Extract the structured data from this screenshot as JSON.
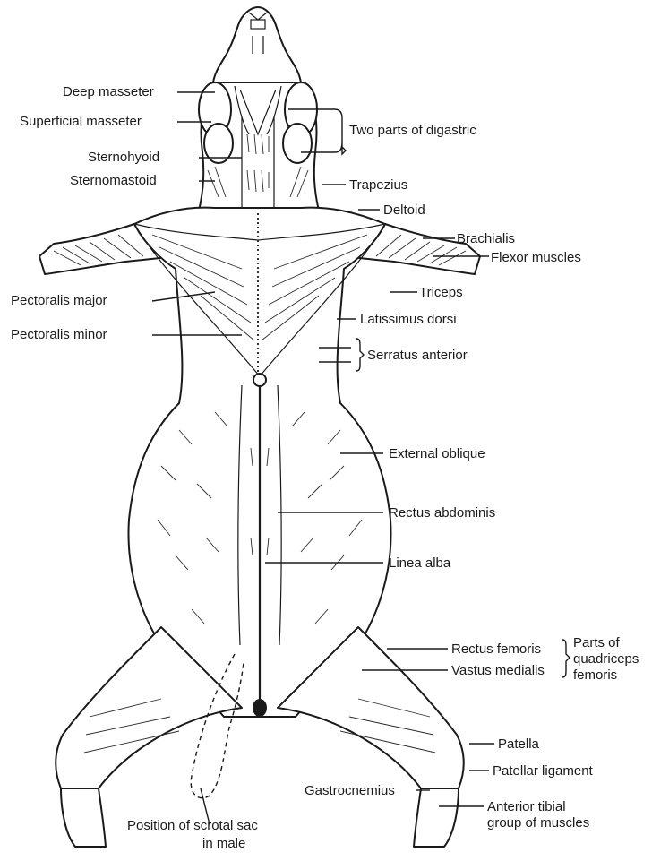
{
  "labels": {
    "deep_masseter": "Deep masseter",
    "superficial_masseter": "Superficial masseter",
    "sternohyoid": "Sternohyoid",
    "sternomastoid": "Sternomastoid",
    "pectoralis_major": "Pectoralis major",
    "pectoralis_minor": "Pectoralis minor",
    "two_parts_digastric": "Two parts of digastric",
    "trapezius": "Trapezius",
    "deltoid": "Deltoid",
    "brachialis": "Brachialis",
    "flexor_muscles": "Flexor muscles",
    "triceps": "Triceps",
    "latissimus_dorsi": "Latissimus dorsi",
    "serratus_anterior": "Serratus anterior",
    "external_oblique": "External oblique",
    "rectus_abdominis": "Rectus abdominis",
    "linea_alba": "Linea alba",
    "rectus_femoris": "Rectus femoris",
    "vastus_medialis": "Vastus medialis",
    "parts_of_quadriceps_1": "Parts of",
    "parts_of_quadriceps_2": "quadriceps",
    "parts_of_quadriceps_3": "femoris",
    "patella": "Patella",
    "patellar_ligament": "Patellar ligament",
    "gastrocnemius": "Gastrocnemius",
    "anterior_tibial_1": "Anterior tibial",
    "anterior_tibial_2": "group of muscles",
    "scrotal_1": "Position of scrotal sac",
    "scrotal_2": "in male"
  }
}
